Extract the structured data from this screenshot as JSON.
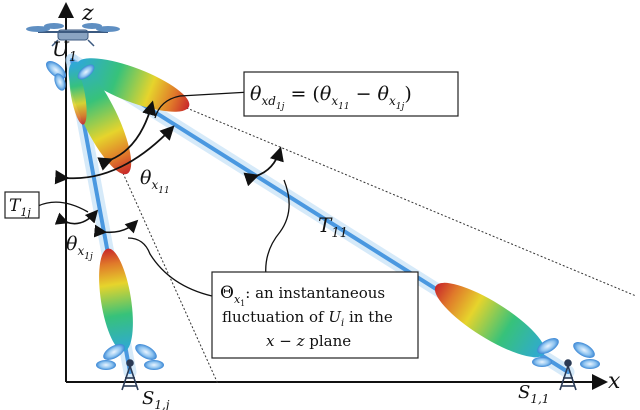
{
  "axes": {
    "x_label": "x",
    "z_label": "z"
  },
  "labels": {
    "uav": {
      "base": "U",
      "sub": "1"
    },
    "station_1j": {
      "base": "S",
      "sub": "1,j"
    },
    "station_11": {
      "base": "S",
      "sub": "1,1"
    },
    "link_11": {
      "base": "T",
      "sub": "11"
    },
    "link_1j": {
      "base": "T",
      "sub": "1j"
    },
    "angle_x11": {
      "base": "θ",
      "sub1": "x",
      "sub2": "11"
    },
    "angle_x1j": {
      "base": "θ",
      "sub1": "x",
      "sub2": "1j"
    }
  },
  "equation_box": {
    "lhs_base": "θ",
    "lhs_sub1": "xd",
    "lhs_sub2": "1j",
    "op": " = (",
    "t1_base": "θ",
    "t1_sub1": "x",
    "t1_sub2": "11",
    "minus": " − ",
    "t2_base": "θ",
    "t2_sub1": "x",
    "t2_sub2": "1j",
    "close": ")"
  },
  "fluctuation_box": {
    "symbol": "Θ",
    "symbol_sub1": "x",
    "symbol_sub2": "1",
    "line1_rest": ": an instantaneous",
    "line2_pre": "fluctuation of ",
    "line2_var": "U",
    "line2_var_sub": "i",
    "line2_post": " in the",
    "line3_var1": "x",
    "line3_mid": " − ",
    "line3_var2": "z",
    "line3_post": " plane"
  },
  "colors": {
    "beam": "#5aa6e8",
    "axis": "#111111",
    "lobe_hot": "#d8342a",
    "lobe_mid": "#e8d832",
    "lobe_cool": "#2fb5a8"
  }
}
